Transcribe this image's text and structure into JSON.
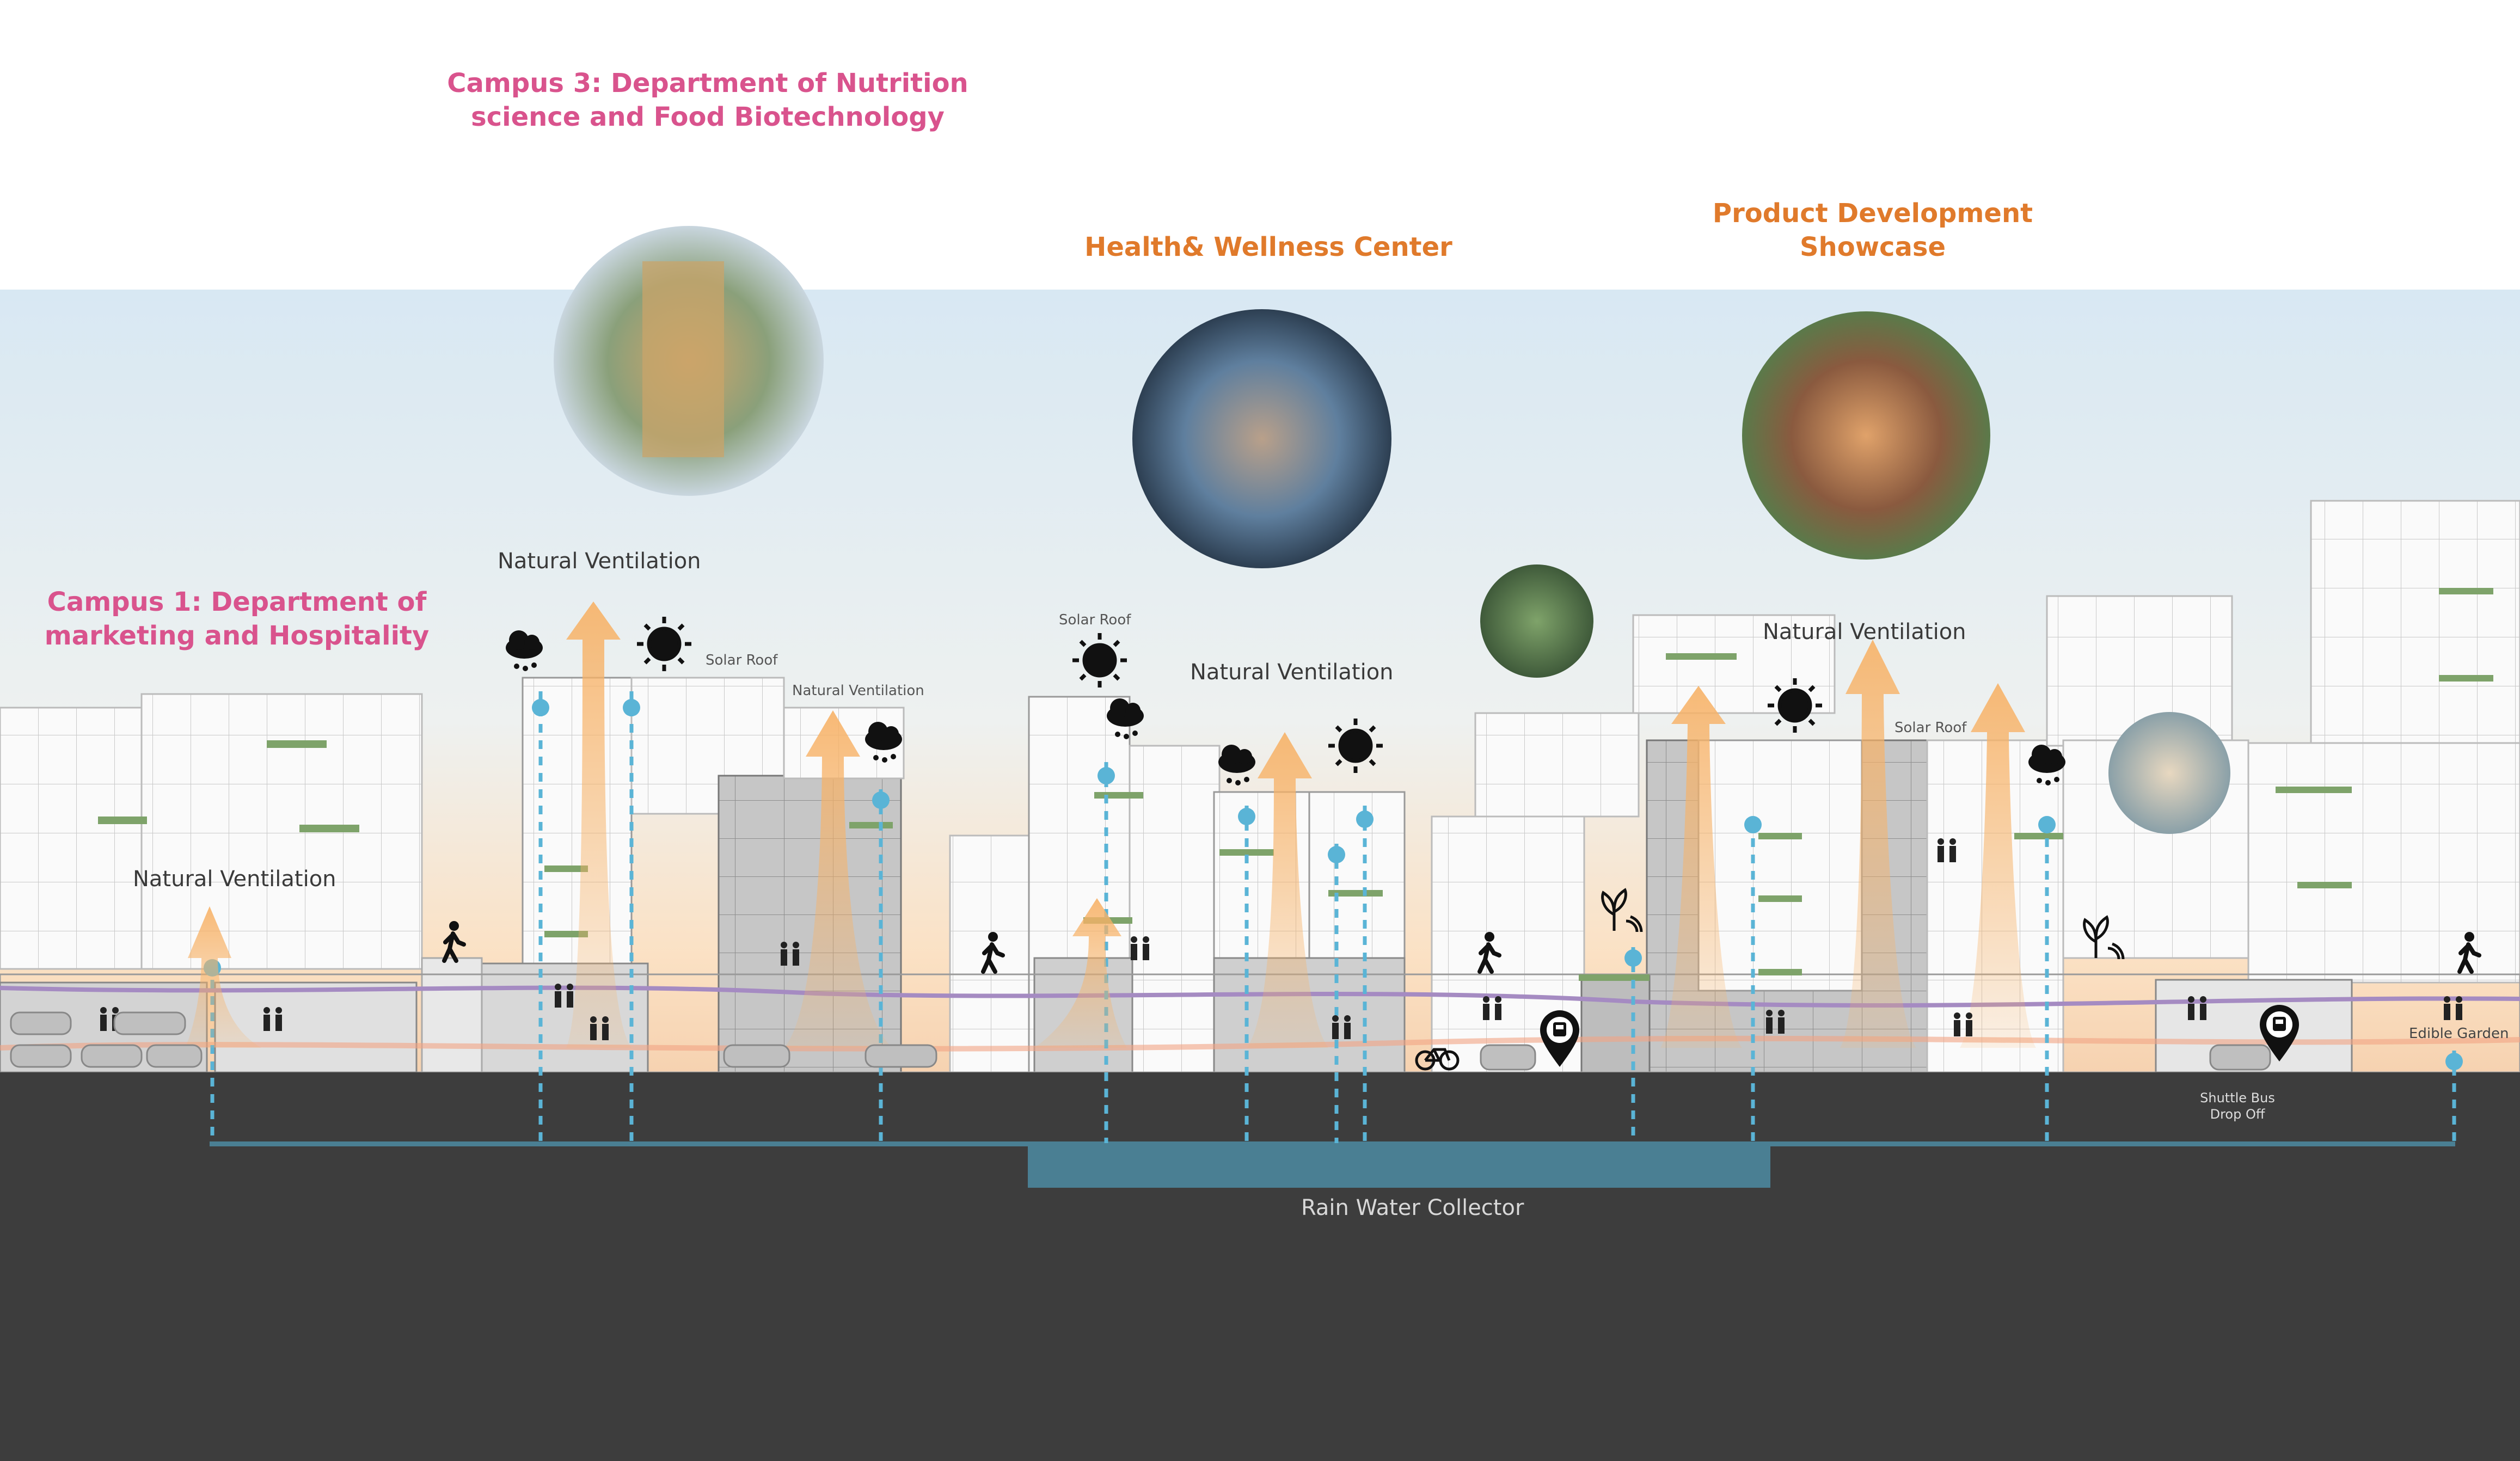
{
  "headings": {
    "campus3": [
      "Campus 3: Department of Nutrition",
      "science and Food Biotechnology"
    ],
    "health": "Health& Wellness Center",
    "product": [
      "Product Development",
      "Showcase"
    ],
    "campus1": [
      "Campus 1: Department of",
      "marketing and Hospitality"
    ]
  },
  "labels": {
    "nat_vent": "Natural Ventilation",
    "solar_roof": "Solar Roof",
    "rain_water_collector": "Rain Water Collector",
    "shuttle": [
      "Shuttle Bus",
      "Drop Off"
    ],
    "edible_garden": "Edible Garden"
  },
  "colors": {
    "pink": "#d9538d",
    "orange": "#e07a2b",
    "air_arrow": "#f7b267",
    "water": "#5ab4d6",
    "collector": "#4a7f93",
    "ground": "#3d3d3d",
    "path": "#a58bc2"
  },
  "icons": [
    "rain-cloud-icon",
    "sun-icon",
    "pedestrian-icon",
    "bus-stop-icon",
    "bicycle-icon",
    "sprout-sensor-icon",
    "people-icon"
  ]
}
